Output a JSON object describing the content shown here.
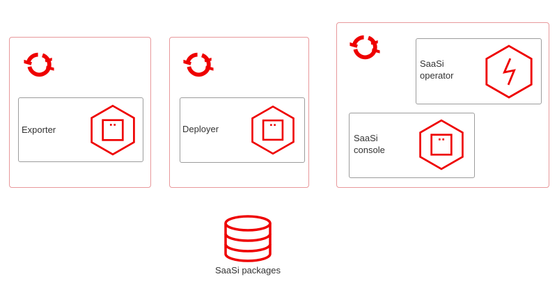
{
  "colors": {
    "accent": "#ee0000",
    "outer_border": "#e8989b",
    "inner_border": "#9c9c9c",
    "text": "#333333"
  },
  "groups": [
    {
      "icon": "openshift-logo-icon",
      "component": {
        "label": "Exporter",
        "icon": "pod-icon"
      }
    },
    {
      "icon": "openshift-logo-icon",
      "component": {
        "label": "Deployer",
        "icon": "pod-icon"
      }
    },
    {
      "icon": "openshift-logo-icon",
      "components": [
        {
          "label": "SaaSi\noperator",
          "icon": "operator-icon"
        },
        {
          "label": "SaaSi\nconsole",
          "icon": "pod-icon"
        }
      ]
    }
  ],
  "storage": {
    "label": "SaaSi packages",
    "icon": "database-icon"
  }
}
